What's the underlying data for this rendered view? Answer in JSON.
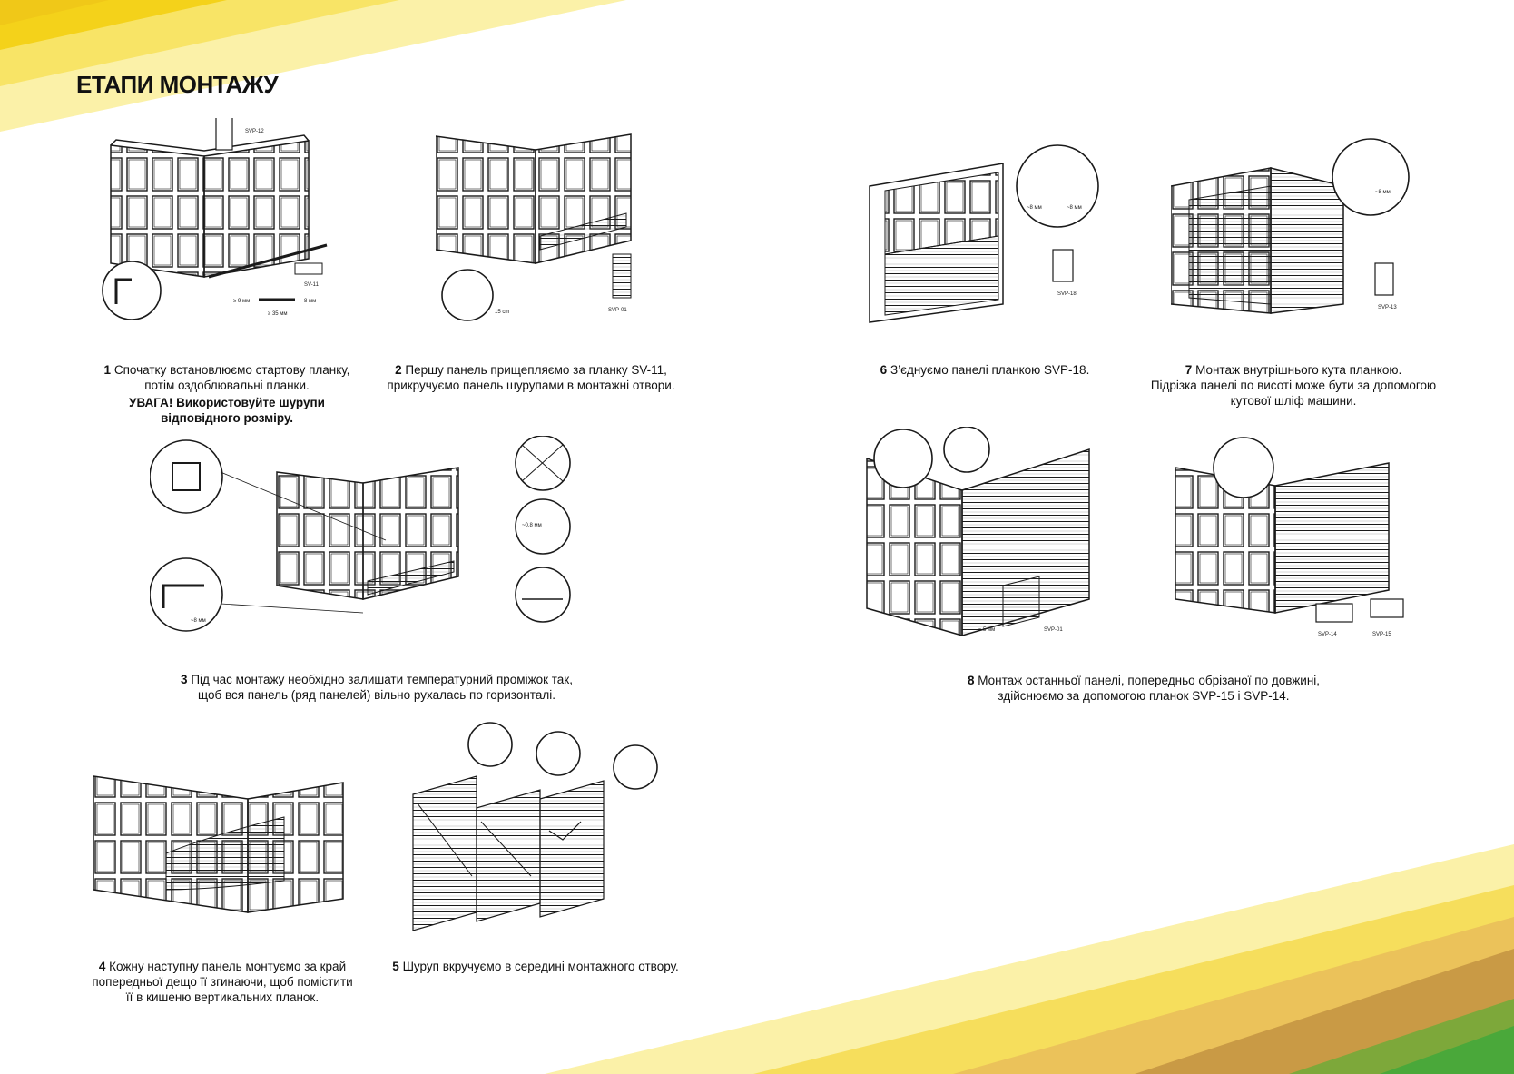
{
  "page": {
    "title": "ЕТАПИ МОНТАЖУ",
    "colors": {
      "yellow": "#f7d51c",
      "light_yellow": "#fbeb7a",
      "gold": "#e9b94a",
      "brown": "#b8873a",
      "green": "#4aa83a",
      "line": "#1a1a1a"
    }
  },
  "steps": [
    {
      "num": "1",
      "lines": [
        "Спочатку встановлюємо стартову планку,",
        "потім оздоблювальні планки."
      ],
      "warning": [
        "УВАГА! Використовуйте шурупи",
        "відповідного розміру."
      ],
      "labels": {
        "a": "SVP-12",
        "b": "SV-11",
        "c": "≥ 9 мм",
        "d": "≥ 35 мм",
        "e": "8 мм"
      }
    },
    {
      "num": "2",
      "lines": [
        "Першу панель прищепляємо за планку SV-11,",
        "прикручуємо панель шурупами в монтажні отвори."
      ],
      "labels": {
        "a": "15 cm",
        "b": "SVP-01"
      }
    },
    {
      "num": "3",
      "lines": [
        "Під час монтажу необхідно залишати температурний проміжок так,",
        "щоб вся панель (ряд панелей) вільно рухалась по горизонталі."
      ],
      "labels": {
        "a": "~8 мм",
        "b": "~0,8 мм"
      }
    },
    {
      "num": "4",
      "lines": [
        "Кожну наступну панель монтуємо за край",
        "попередньої дещо її згинаючи, щоб помістити",
        "її в кишеню вертикальних планок."
      ]
    },
    {
      "num": "5",
      "lines": [
        "Шуруп вкручуємо в середині монтажного отвору."
      ]
    },
    {
      "num": "6",
      "lines": [
        "З’єднуємо панелі планкою SVP-18."
      ],
      "labels": {
        "a": "~8 мм",
        "b": "~8 мм",
        "c": "SVP-18"
      }
    },
    {
      "num": "7",
      "lines": [
        "Монтаж внутрішнього кута планкою.",
        "Підрізка панелі по висоті може бути за допомогою",
        "кутової шліф машини."
      ],
      "labels": {
        "a": "~8 мм",
        "b": "SVP-13"
      }
    },
    {
      "num": "8",
      "lines": [
        "Монтаж останньої панелі, попередньо обрізаної по довжині,",
        "здійснюємо за допомогою планок SVP-15 і SVP-14."
      ],
      "labels": {
        "a": "≈ 5 мм",
        "b": "SVP-01",
        "c": "SVP-14",
        "d": "SVP-15"
      }
    }
  ]
}
